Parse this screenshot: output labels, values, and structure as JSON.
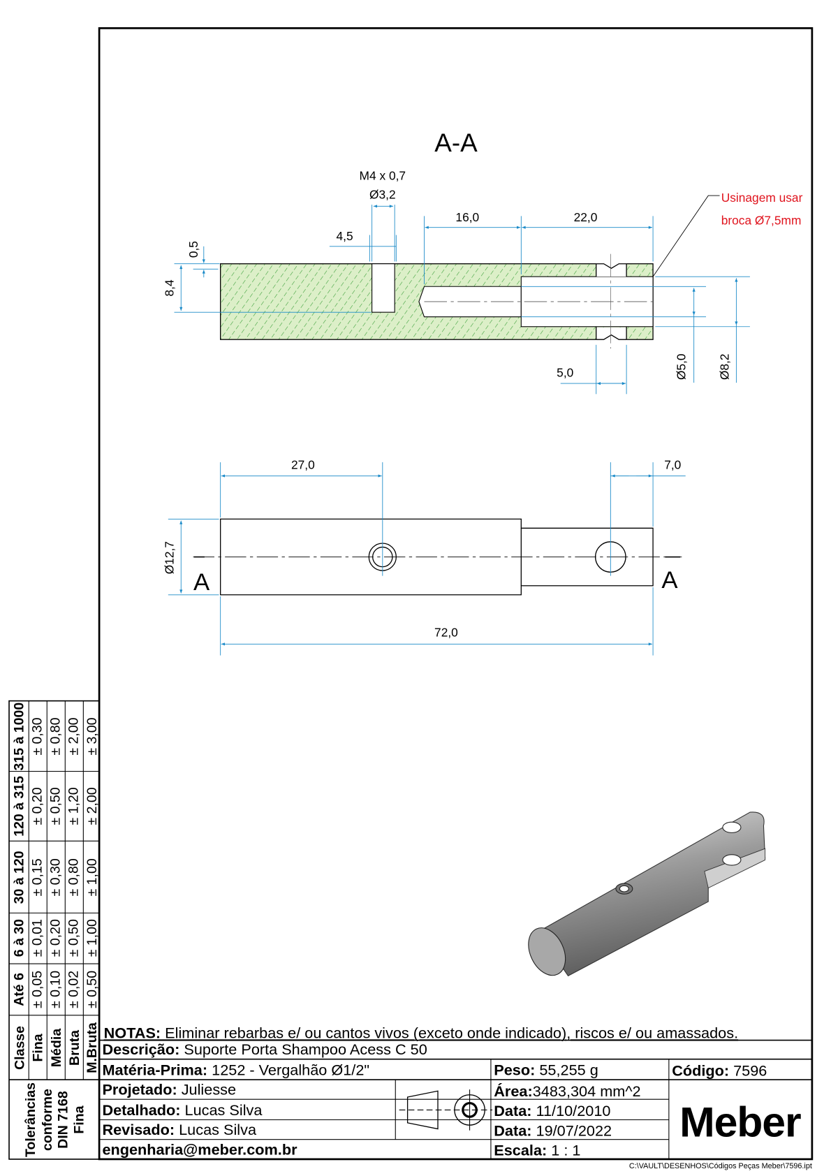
{
  "section": {
    "title": "A-A",
    "thread_label": "M4 x 0,7",
    "hole_dia": "Ø3,2",
    "dim_4_5": "4,5",
    "dim_0_5": "0,5",
    "dim_8_4": "8,4",
    "dim_16": "16,0",
    "dim_22": "22,0",
    "dim_5": "5,0",
    "dia_5": "Ø5,0",
    "dia_8_2": "Ø8,2",
    "note_line1": "Usinagem usar",
    "note_line2": "broca Ø7,5mm",
    "note_color": "#e0141e",
    "hatch_color": "#2e9a2e"
  },
  "plan": {
    "dim_27": "27,0",
    "dim_7": "7,0",
    "dim_72": "72,0",
    "dia_12_7": "Ø12,7",
    "section_mark_left": "A",
    "section_mark_right": "A"
  },
  "tolerances": {
    "header": [
      "Classe",
      "Até 6",
      "6 à 30",
      "30 à 120",
      "120 à 315",
      "315 à 1000"
    ],
    "rows": [
      {
        "class": "Fina",
        "values": [
          "± 0,05",
          "± 0,01",
          "± 0,15",
          "± 0,20",
          "± 0,30"
        ]
      },
      {
        "class": "Média",
        "values": [
          "± 0,10",
          "± 0,20",
          "± 0,30",
          "± 0,50",
          "± 0,80"
        ]
      },
      {
        "class": "Bruta",
        "values": [
          "± 0,02",
          "± 0,50",
          "± 0,80",
          "± 1,20",
          "± 2,00"
        ]
      },
      {
        "class": "M.Bruta",
        "values": [
          "± 0,50",
          "± 1,00",
          "± 1,00",
          "± 2,00",
          "± 3,00"
        ]
      }
    ],
    "caption": [
      "Tolerâncias",
      "conforme",
      "DIN 7168",
      "Fina"
    ]
  },
  "title_block": {
    "notes_label": "NOTAS:",
    "notes": " Eliminar rebarbas e/ ou cantos vivos (exceto onde indicado), riscos e/ ou amassados.",
    "desc_label": "Descrição:",
    "desc": " Suporte Porta Shampoo Acess C 50",
    "material_label": "Matéria-Prima:",
    "material": " 1252 - Vergalhão Ø1/2\"",
    "weight_label": "Peso:",
    "weight": " 55,255 g",
    "code_label": "Código:",
    "code": " 7596",
    "designed_label": "Projetado:",
    "designed": " Juliesse",
    "detailed_label": "Detalhado:",
    "detailed": " Lucas Silva",
    "reviewed_label": "Revisado:",
    "reviewed": " Lucas Silva",
    "email": "engenharia@meber.com.br",
    "area_label": "Área:",
    "area": "3483,304 mm^2",
    "date1_label": "Data:",
    "date1": " 11/10/2010",
    "date2_label": "Data:",
    "date2": " 19/07/2022",
    "scale_label": "Escala:",
    "scale": " 1 : 1",
    "logo": "Meber",
    "file_path": "C:\\VAULT\\DESENHOS\\Códigos Peças Meber\\7596.ipt"
  }
}
